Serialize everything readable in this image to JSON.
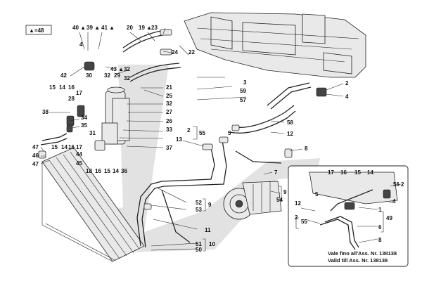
{
  "ref_box": "▲=48",
  "callouts": {
    "c40": "40 ▲",
    "c39": "39 ▲",
    "c41": "41 ▲",
    "c20": "20",
    "c19": "19 ▲",
    "c23": "23",
    "c22": "22",
    "c24": "24",
    "c4": "4",
    "c30": "30",
    "c43": "43 ▲",
    "c42": "42",
    "c32a": "32",
    "c32b": "32",
    "c29": "29",
    "c32c": "32",
    "c21": "21",
    "c25": "25",
    "c15a": "15",
    "c14a": "14",
    "c16a": "16",
    "c17a": "17",
    "c28": "28",
    "c32d": "32",
    "c27": "27",
    "c26": "26",
    "c33": "33",
    "c38": "38",
    "c34": "34",
    "c35": "35",
    "c31": "31",
    "c14b": "14",
    "c16b": "16",
    "c17b": "17",
    "c44": "44",
    "c45": "45",
    "c47a": "47",
    "c46": "46",
    "c47b": "47",
    "c15b": "15",
    "c18": "18",
    "c16c": "16",
    "c15c": "15",
    "c14c": "14",
    "c36": "36",
    "c37": "37",
    "c13": "13",
    "c3": "3",
    "c59": "59",
    "c57": "57",
    "c2a": "2",
    "c4b": "4",
    "c58": "58",
    "c2b": "2",
    "c55a": "55",
    "c12a": "12",
    "c5": "5",
    "c8a": "8",
    "c7": "7",
    "c9a": "9",
    "c54": "54",
    "c52": "52",
    "c9b": "9",
    "c53": "53",
    "c11": "11",
    "c51": "51",
    "c10": "10",
    "c50": "50",
    "i17": "17",
    "i16": "16",
    "i15": "15",
    "i14": "14",
    "i56": "56",
    "i2": "2",
    "i12": "12",
    "i5": "5",
    "i4": "4",
    "i2b": "2",
    "i55": "55",
    "i1": "1",
    "i49": "49",
    "i6": "6",
    "i8": "8"
  },
  "inset_notes": {
    "line1": "Vale fino all'Ass. Nr. 138138",
    "line2": "Valid till Ass. Nr. 138138"
  }
}
